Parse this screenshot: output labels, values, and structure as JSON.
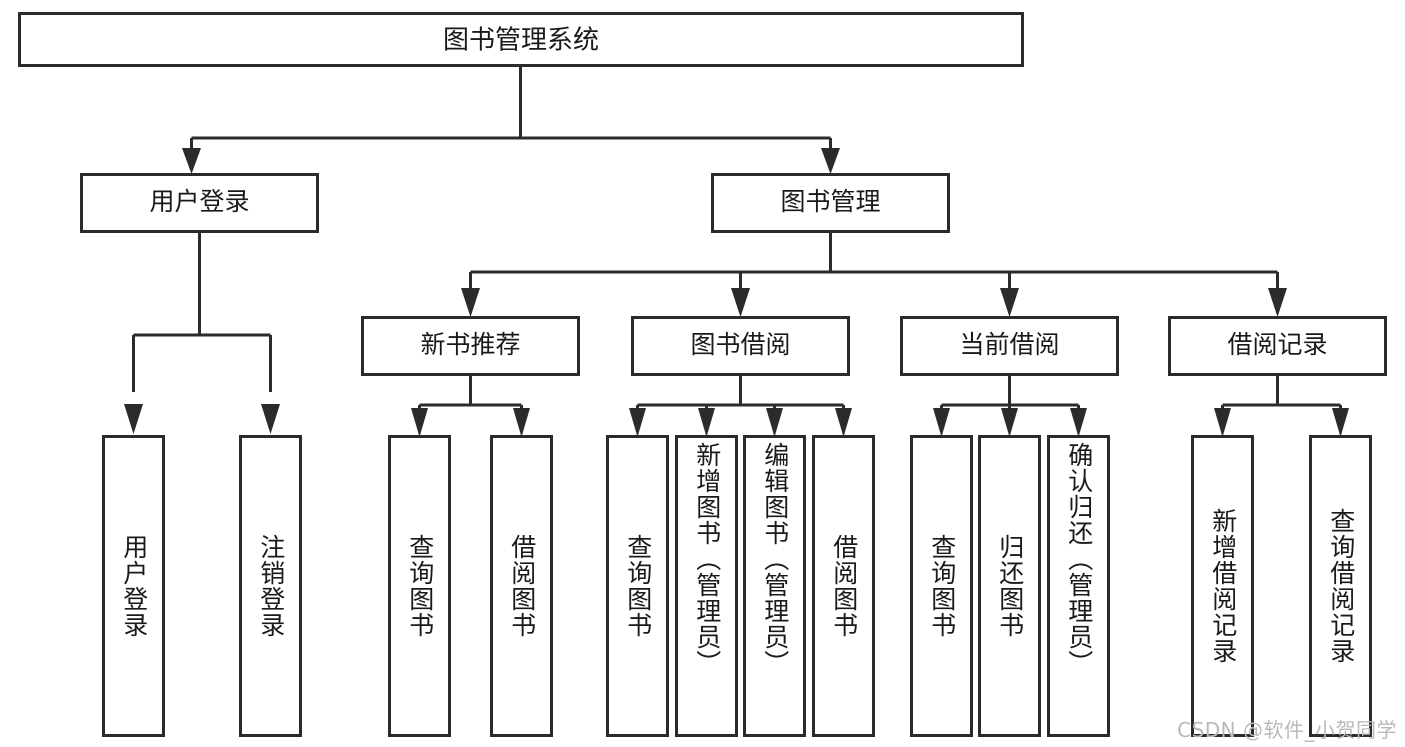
{
  "diagram": {
    "title": "图书管理系统",
    "type": "tree",
    "orientation": "top-down",
    "background_color": "#ffffff",
    "line_color": "#2b2b2b",
    "box_fill": "#ffffff",
    "text_color": "#1a1a1a"
  },
  "nodes": {
    "root": {
      "label": "图书管理系统",
      "level": 0
    },
    "level1": [
      {
        "id": "user-login",
        "label": "用户登录"
      },
      {
        "id": "book-manage",
        "label": "图书管理"
      }
    ],
    "level2": [
      {
        "id": "new-book-recommend",
        "label": "新书推荐",
        "parent": "book-manage"
      },
      {
        "id": "book-borrow",
        "label": "图书借阅",
        "parent": "book-manage"
      },
      {
        "id": "current-borrow",
        "label": "当前借阅",
        "parent": "book-manage"
      },
      {
        "id": "borrow-record",
        "label": "借阅记录",
        "parent": "book-manage"
      }
    ],
    "leaves": [
      {
        "id": "leaf-user-login",
        "label": "用户登录",
        "parent": "user-login"
      },
      {
        "id": "leaf-user-logout",
        "label": "注销登录",
        "parent": "user-login"
      },
      {
        "id": "leaf-query-book-1",
        "label": "查询图书",
        "parent": "new-book-recommend"
      },
      {
        "id": "leaf-borrow-book-1",
        "label": "借阅图书",
        "parent": "new-book-recommend"
      },
      {
        "id": "leaf-query-book-2",
        "label": "查询图书",
        "parent": "book-borrow"
      },
      {
        "id": "leaf-add-book",
        "label": "新增图书（管理员）",
        "parent": "book-borrow"
      },
      {
        "id": "leaf-edit-book",
        "label": "编辑图书（管理员）",
        "parent": "book-borrow"
      },
      {
        "id": "leaf-borrow-book-2",
        "label": "借阅图书",
        "parent": "book-borrow"
      },
      {
        "id": "leaf-query-book-3",
        "label": "查询图书",
        "parent": "current-borrow"
      },
      {
        "id": "leaf-return-book",
        "label": "归还图书",
        "parent": "current-borrow"
      },
      {
        "id": "leaf-confirm-return",
        "label": "确认归还（管理员）",
        "parent": "current-borrow"
      },
      {
        "id": "leaf-add-record",
        "label": "新增借阅记录",
        "parent": "borrow-record"
      },
      {
        "id": "leaf-query-record",
        "label": "查询借阅记录",
        "parent": "borrow-record"
      }
    ]
  },
  "watermark": {
    "text": "CSDN @软件_小贺同学"
  }
}
